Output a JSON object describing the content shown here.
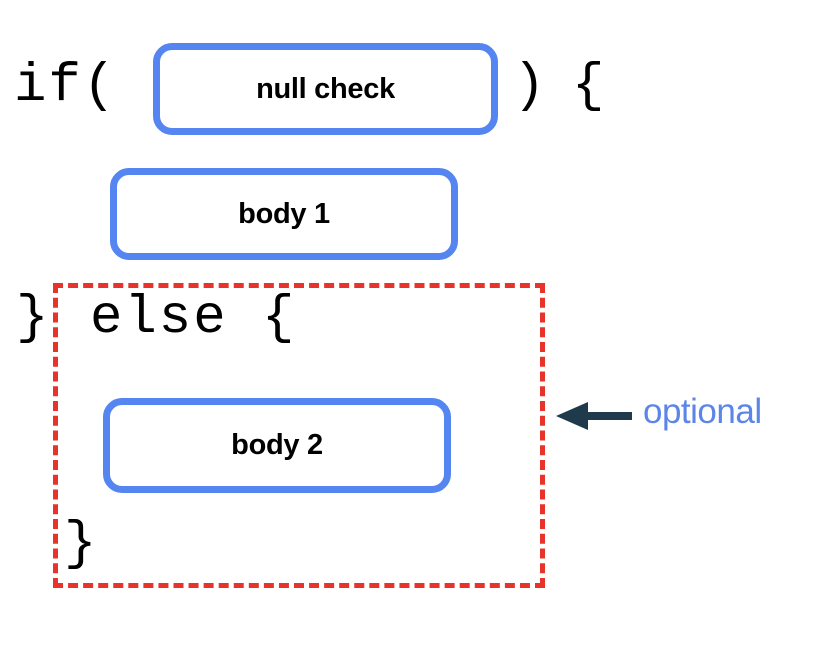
{
  "diagram": {
    "title": "if / else null check structure",
    "background": "#ffffff",
    "colors": {
      "box_border_blue": "#5585f0",
      "dashed_red": "#e8332a",
      "arrow_navy": "#1f3a4a",
      "label_blue": "#5c85e8",
      "text_black": "#000000"
    },
    "code": {
      "if_open": "if(",
      "close_paren": ")",
      "open_brace": "{",
      "close_brace_outer": "}",
      "else_open": "else {",
      "close_brace_inner": "}"
    },
    "boxes": [
      {
        "id": "null-check",
        "label": "null check"
      },
      {
        "id": "body-1",
        "label": "body 1"
      },
      {
        "id": "body-2",
        "label": "body 2"
      }
    ],
    "annotation": {
      "label": "optional",
      "arrow_direction": "left",
      "target": "dashed-region"
    }
  }
}
